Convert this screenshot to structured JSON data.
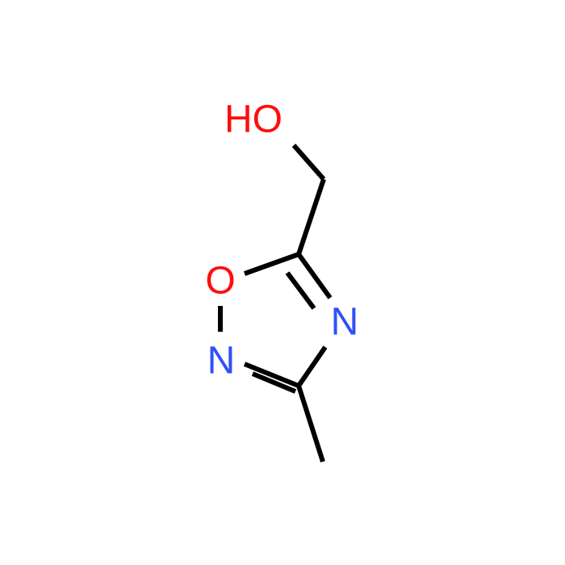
{
  "molecule": {
    "atoms": {
      "hydroxyl": {
        "text": "HO",
        "element": "O",
        "color": "#ff0d0d"
      },
      "ring_oxygen": {
        "text": "O",
        "element": "O",
        "color": "#ff0d0d"
      },
      "ring_nitrogen_2": {
        "text": "N",
        "element": "N",
        "color": "#3050f8"
      },
      "ring_nitrogen_4": {
        "text": "N",
        "element": "N",
        "color": "#3050f8"
      }
    },
    "bond_color": "#000000"
  }
}
